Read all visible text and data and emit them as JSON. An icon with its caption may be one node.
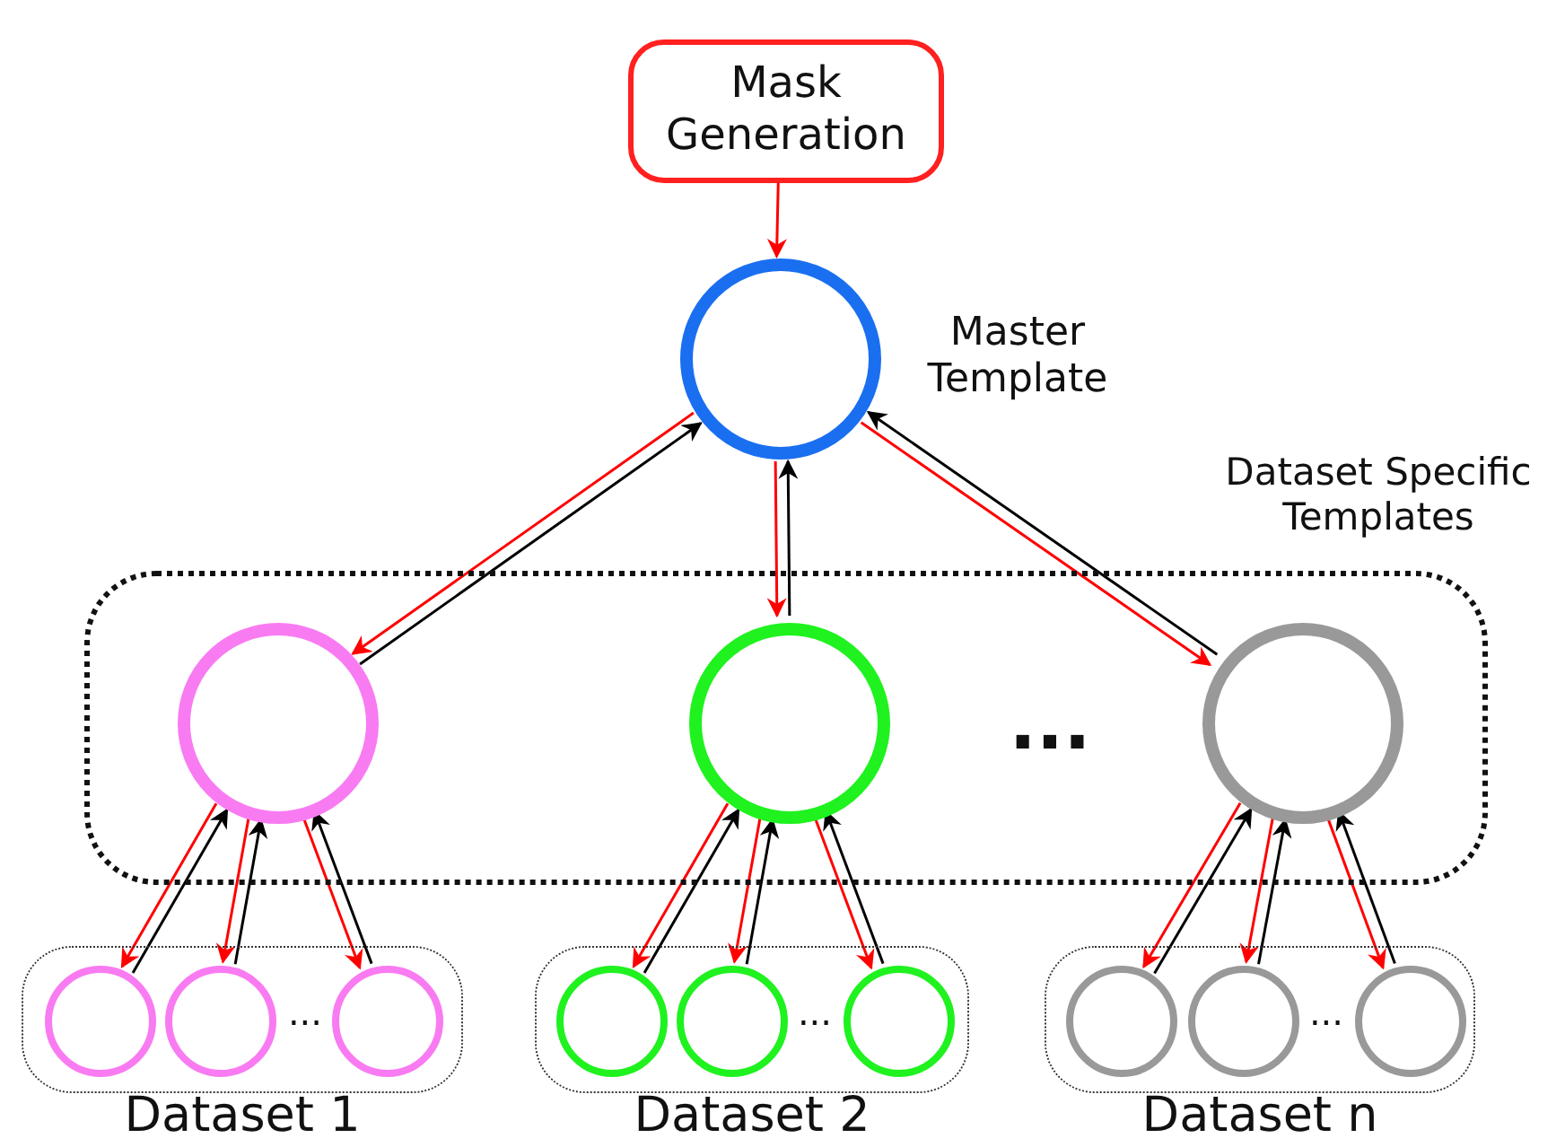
{
  "diagram": {
    "nodes": [
      {
        "text": [
          "Mask Generation"
        ]
      },
      {
        "text": [],
        "shape": "circle",
        "beside": [
          "Master Template"
        ]
      },
      {
        "text": [
          "Dataset Specific Templates"
        ]
      },
      {
        "text": [],
        "shape": "circle",
        "in": 2
      },
      {
        "text": [],
        "shape": "circle",
        "in": 2
      },
      {
        "text": [],
        "shape": "circle",
        "in": 2
      },
      {
        "text": [
          "Dataset 1"
        ]
      },
      {
        "text": [],
        "shape": "circle",
        "in": 6
      },
      {
        "text": [],
        "shape": "circle",
        "in": 6
      },
      {
        "text": [],
        "shape": "circle",
        "in": 6
      },
      {
        "text": [
          "Dataset 2"
        ]
      },
      {
        "text": [],
        "shape": "circle",
        "in": 10
      },
      {
        "text": [],
        "shape": "circle",
        "in": 10
      },
      {
        "text": [],
        "shape": "circle",
        "in": 10
      },
      {
        "text": [
          "Dataset n"
        ]
      },
      {
        "text": [],
        "shape": "circle",
        "in": 14
      },
      {
        "text": [],
        "shape": "circle",
        "in": 14
      },
      {
        "text": [],
        "shape": "circle",
        "in": 14
      }
    ],
    "edges": [
      {
        "from": 0,
        "to": 1,
        "arrow": "to",
        "color": "#ff0000"
      },
      {
        "from": 1,
        "to": 3,
        "arrow": "to",
        "color": "#ff0000"
      },
      {
        "from": 3,
        "to": 1,
        "arrow": "to",
        "color": "#000000"
      },
      {
        "from": 1,
        "to": 4,
        "arrow": "to",
        "color": "#ff0000"
      },
      {
        "from": 4,
        "to": 1,
        "arrow": "to",
        "color": "#000000"
      },
      {
        "from": 1,
        "to": 5,
        "arrow": "to",
        "color": "#ff0000"
      },
      {
        "from": 5,
        "to": 1,
        "arrow": "to",
        "color": "#000000"
      },
      {
        "from": 3,
        "to": 7,
        "arrow": "to",
        "color": "#ff0000"
      },
      {
        "from": 7,
        "to": 3,
        "arrow": "to",
        "color": "#000000"
      },
      {
        "from": 3,
        "to": 8,
        "arrow": "to",
        "color": "#ff0000"
      },
      {
        "from": 8,
        "to": 3,
        "arrow": "to",
        "color": "#000000"
      },
      {
        "from": 3,
        "to": 9,
        "arrow": "to",
        "color": "#ff0000"
      },
      {
        "from": 9,
        "to": 3,
        "arrow": "to",
        "color": "#000000"
      },
      {
        "from": 4,
        "to": 11,
        "arrow": "to",
        "color": "#ff0000"
      },
      {
        "from": 11,
        "to": 4,
        "arrow": "to",
        "color": "#000000"
      },
      {
        "from": 4,
        "to": 12,
        "arrow": "to",
        "color": "#ff0000"
      },
      {
        "from": 12,
        "to": 4,
        "arrow": "to",
        "color": "#000000"
      },
      {
        "from": 4,
        "to": 13,
        "arrow": "to",
        "color": "#ff0000"
      },
      {
        "from": 13,
        "to": 4,
        "arrow": "to",
        "color": "#000000"
      },
      {
        "from": 5,
        "to": 15,
        "arrow": "to",
        "color": "#ff0000"
      },
      {
        "from": 15,
        "to": 5,
        "arrow": "to",
        "color": "#000000"
      },
      {
        "from": 5,
        "to": 16,
        "arrow": "to",
        "color": "#ff0000"
      },
      {
        "from": 16,
        "to": 5,
        "arrow": "to",
        "color": "#000000"
      },
      {
        "from": 5,
        "to": 17,
        "arrow": "to",
        "color": "#ff0000"
      },
      {
        "from": 17,
        "to": 5,
        "arrow": "to",
        "color": "#000000"
      }
    ],
    "labels": [
      "...",
      "...",
      "...",
      "..."
    ]
  }
}
